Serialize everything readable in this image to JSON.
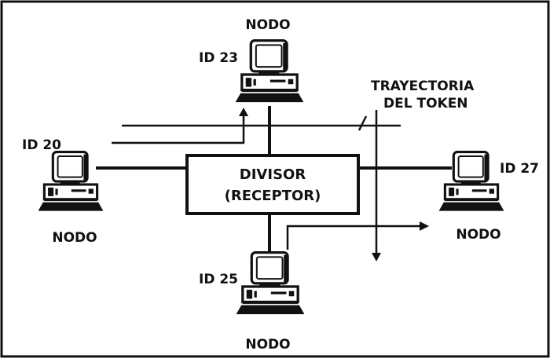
{
  "diagram": {
    "divider": {
      "line1": "DIVISOR",
      "line2": "(RECEPTOR)"
    },
    "token_path": {
      "line1": "TRAYECTORIA",
      "line2": "DEL TOKEN"
    },
    "nodes": [
      {
        "key": "top",
        "id": "ID 23",
        "label": "NODO"
      },
      {
        "key": "left",
        "id": "ID 20",
        "label": "NODO"
      },
      {
        "key": "right",
        "id": "ID 27",
        "label": "NODO"
      },
      {
        "key": "bottom",
        "id": "ID 25",
        "label": "NODO"
      }
    ]
  },
  "colors": {
    "ink": "#111111",
    "background": "#ffffff"
  },
  "icons": {
    "node": "desktop-computer-icon"
  }
}
